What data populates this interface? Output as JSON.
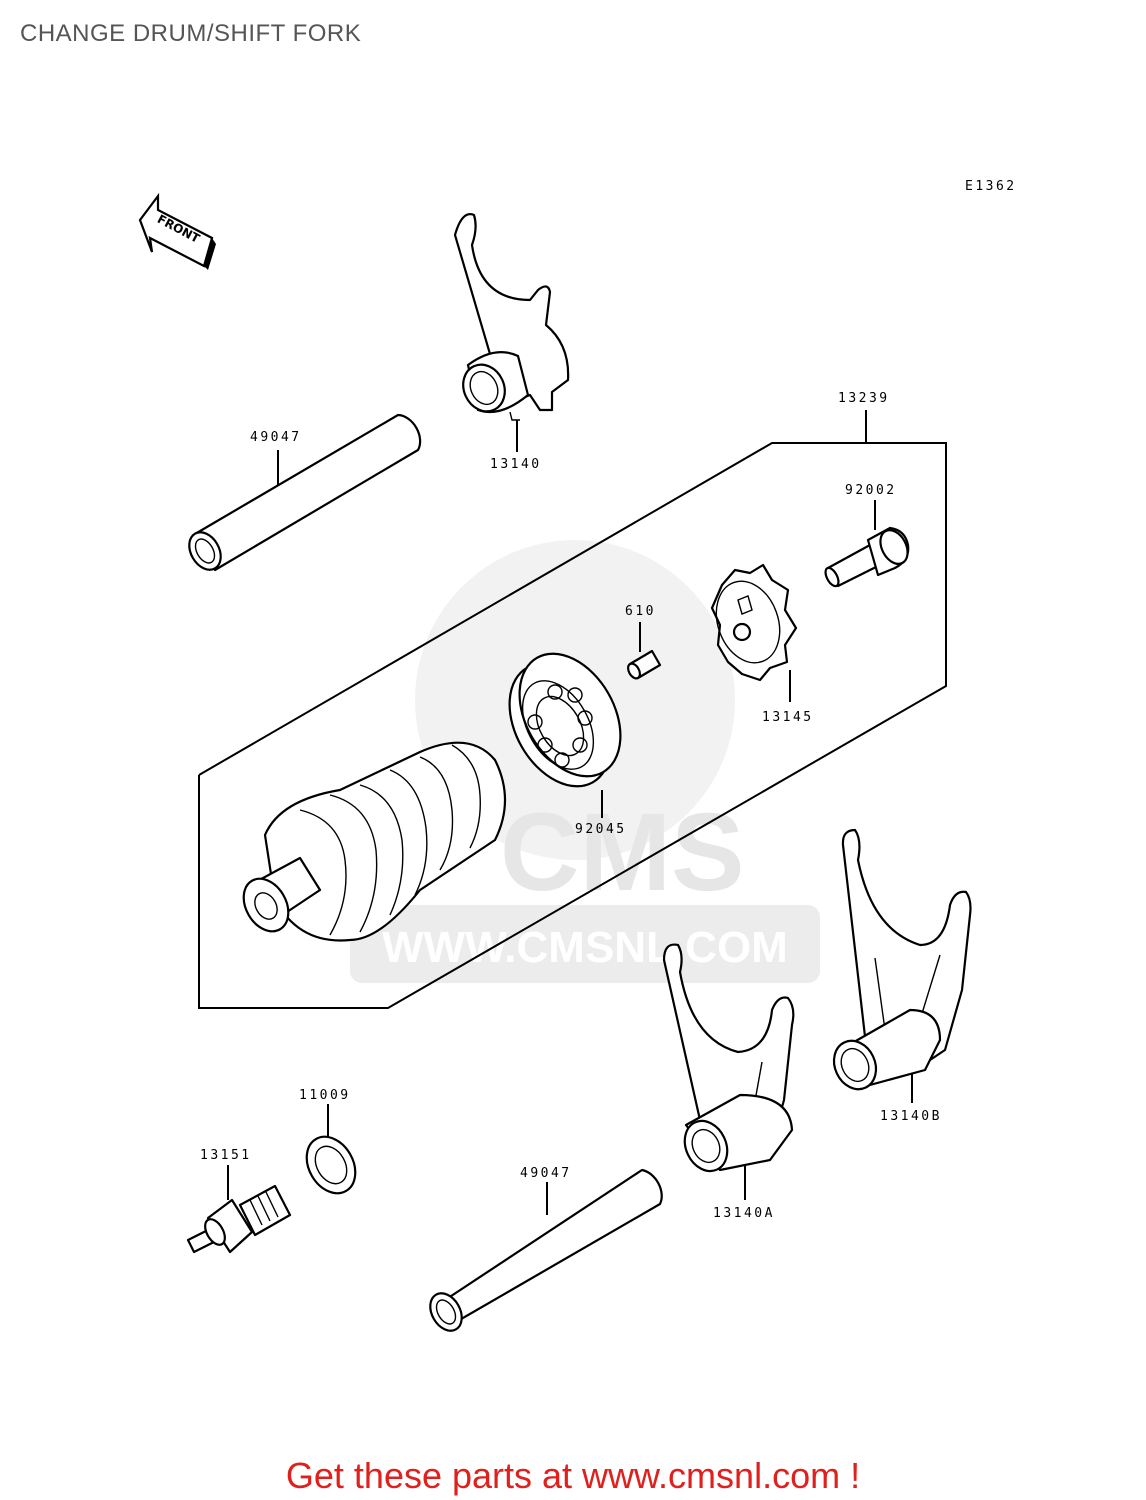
{
  "page": {
    "title": "CHANGE DRUM/SHIFT FORK"
  },
  "diagram": {
    "code": "E1362",
    "front_arrow": "FRONT",
    "watermark": {
      "brand": "CMS",
      "url": "WWW.CMSNL.COM"
    },
    "callouts": [
      {
        "id": "49047a",
        "label": "49047"
      },
      {
        "id": "13140",
        "label": "13140"
      },
      {
        "id": "13239",
        "label": "13239"
      },
      {
        "id": "92002",
        "label": "92002"
      },
      {
        "id": "610",
        "label": "610"
      },
      {
        "id": "13145",
        "label": "13145"
      },
      {
        "id": "92045",
        "label": "92045"
      },
      {
        "id": "11009",
        "label": "11009"
      },
      {
        "id": "13151",
        "label": "13151"
      },
      {
        "id": "49047b",
        "label": "49047"
      },
      {
        "id": "13140A",
        "label": "13140A"
      },
      {
        "id": "13140B",
        "label": "13140B"
      }
    ]
  },
  "footer": {
    "cta": "Get these parts at www.cmsnl.com !"
  }
}
